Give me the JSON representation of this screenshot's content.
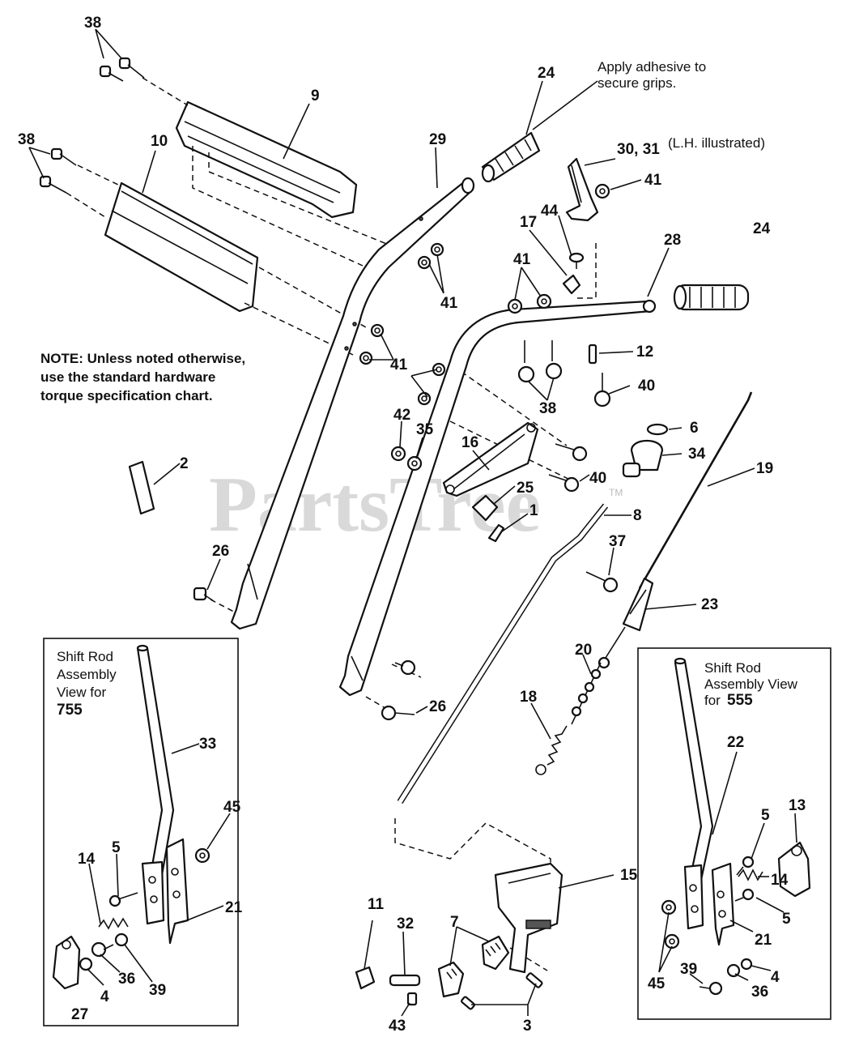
{
  "watermark": "PartsTree",
  "watermark_tm": "TM",
  "note": {
    "line1": "NOTE: Unless noted otherwise,",
    "line2": "use the standard hardware",
    "line3": "torque specification chart."
  },
  "adhesive_note": {
    "line1": "Apply adhesive to",
    "line2": "secure grips."
  },
  "lh_illustrated": "(L.H. illustrated)",
  "inset_755": {
    "line1": "Shift Rod",
    "line2": "Assembly",
    "line3": "View for",
    "model": "755"
  },
  "inset_555": {
    "line1": "Shift Rod",
    "line2": "Assembly View",
    "line3": "for",
    "model": "555"
  },
  "callouts": {
    "c38a": "38",
    "c9": "9",
    "c38b": "38",
    "c10": "10",
    "c24a": "24",
    "c29": "29",
    "c3031": "30, 31",
    "c41a": "41",
    "c44": "44",
    "c17": "17",
    "c28": "28",
    "c24b": "24",
    "c41b": "41",
    "c41c": "41",
    "c41d": "41",
    "c12": "12",
    "c40a": "40",
    "c38c": "38",
    "c6": "6",
    "c42": "42",
    "c35": "35",
    "c16": "16",
    "c34": "34",
    "c19": "19",
    "c2": "2",
    "c40b": "40",
    "c25": "25",
    "c1": "1",
    "c8": "8",
    "c37": "37",
    "c26a": "26",
    "c23": "23",
    "c20": "20",
    "c26b": "26",
    "c18": "18",
    "c33": "33",
    "c45a": "45",
    "c14a": "14",
    "c5a": "5",
    "c21a": "21",
    "c36a": "36",
    "c39a": "39",
    "c4a": "4",
    "c27": "27",
    "c15": "15",
    "c11": "11",
    "c32": "32",
    "c7": "7",
    "c43": "43",
    "c3": "3",
    "c22": "22",
    "c13": "13",
    "c5b": "5",
    "c14b": "14",
    "c5c": "5",
    "c21b": "21",
    "c45b": "45",
    "c39b": "39",
    "c36b": "36",
    "c4b": "4"
  }
}
